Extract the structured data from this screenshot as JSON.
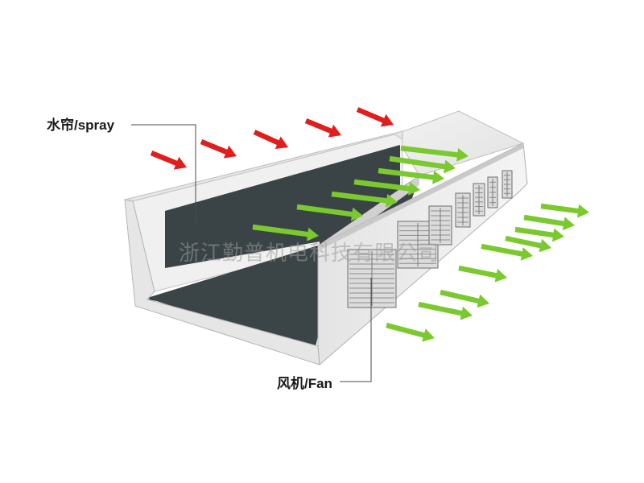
{
  "labels": {
    "spray": "水帘/spray",
    "fan": "风机/Fan"
  },
  "watermark": "浙江勤普机电科技有限公司",
  "colors": {
    "inflow_arrow": "#e01e1e",
    "outflow_arrow": "#7ac92e",
    "wall": "#ececec",
    "wall_edge": "#b5b5b5",
    "curtain": "#3a4446",
    "floor": "#3b4446",
    "fan_frame": "#dcdcdc"
  },
  "icons": {
    "inflow": "red-arrow-icon",
    "outflow": "green-arrow-icon",
    "fan": "exhaust-fan-icon"
  }
}
